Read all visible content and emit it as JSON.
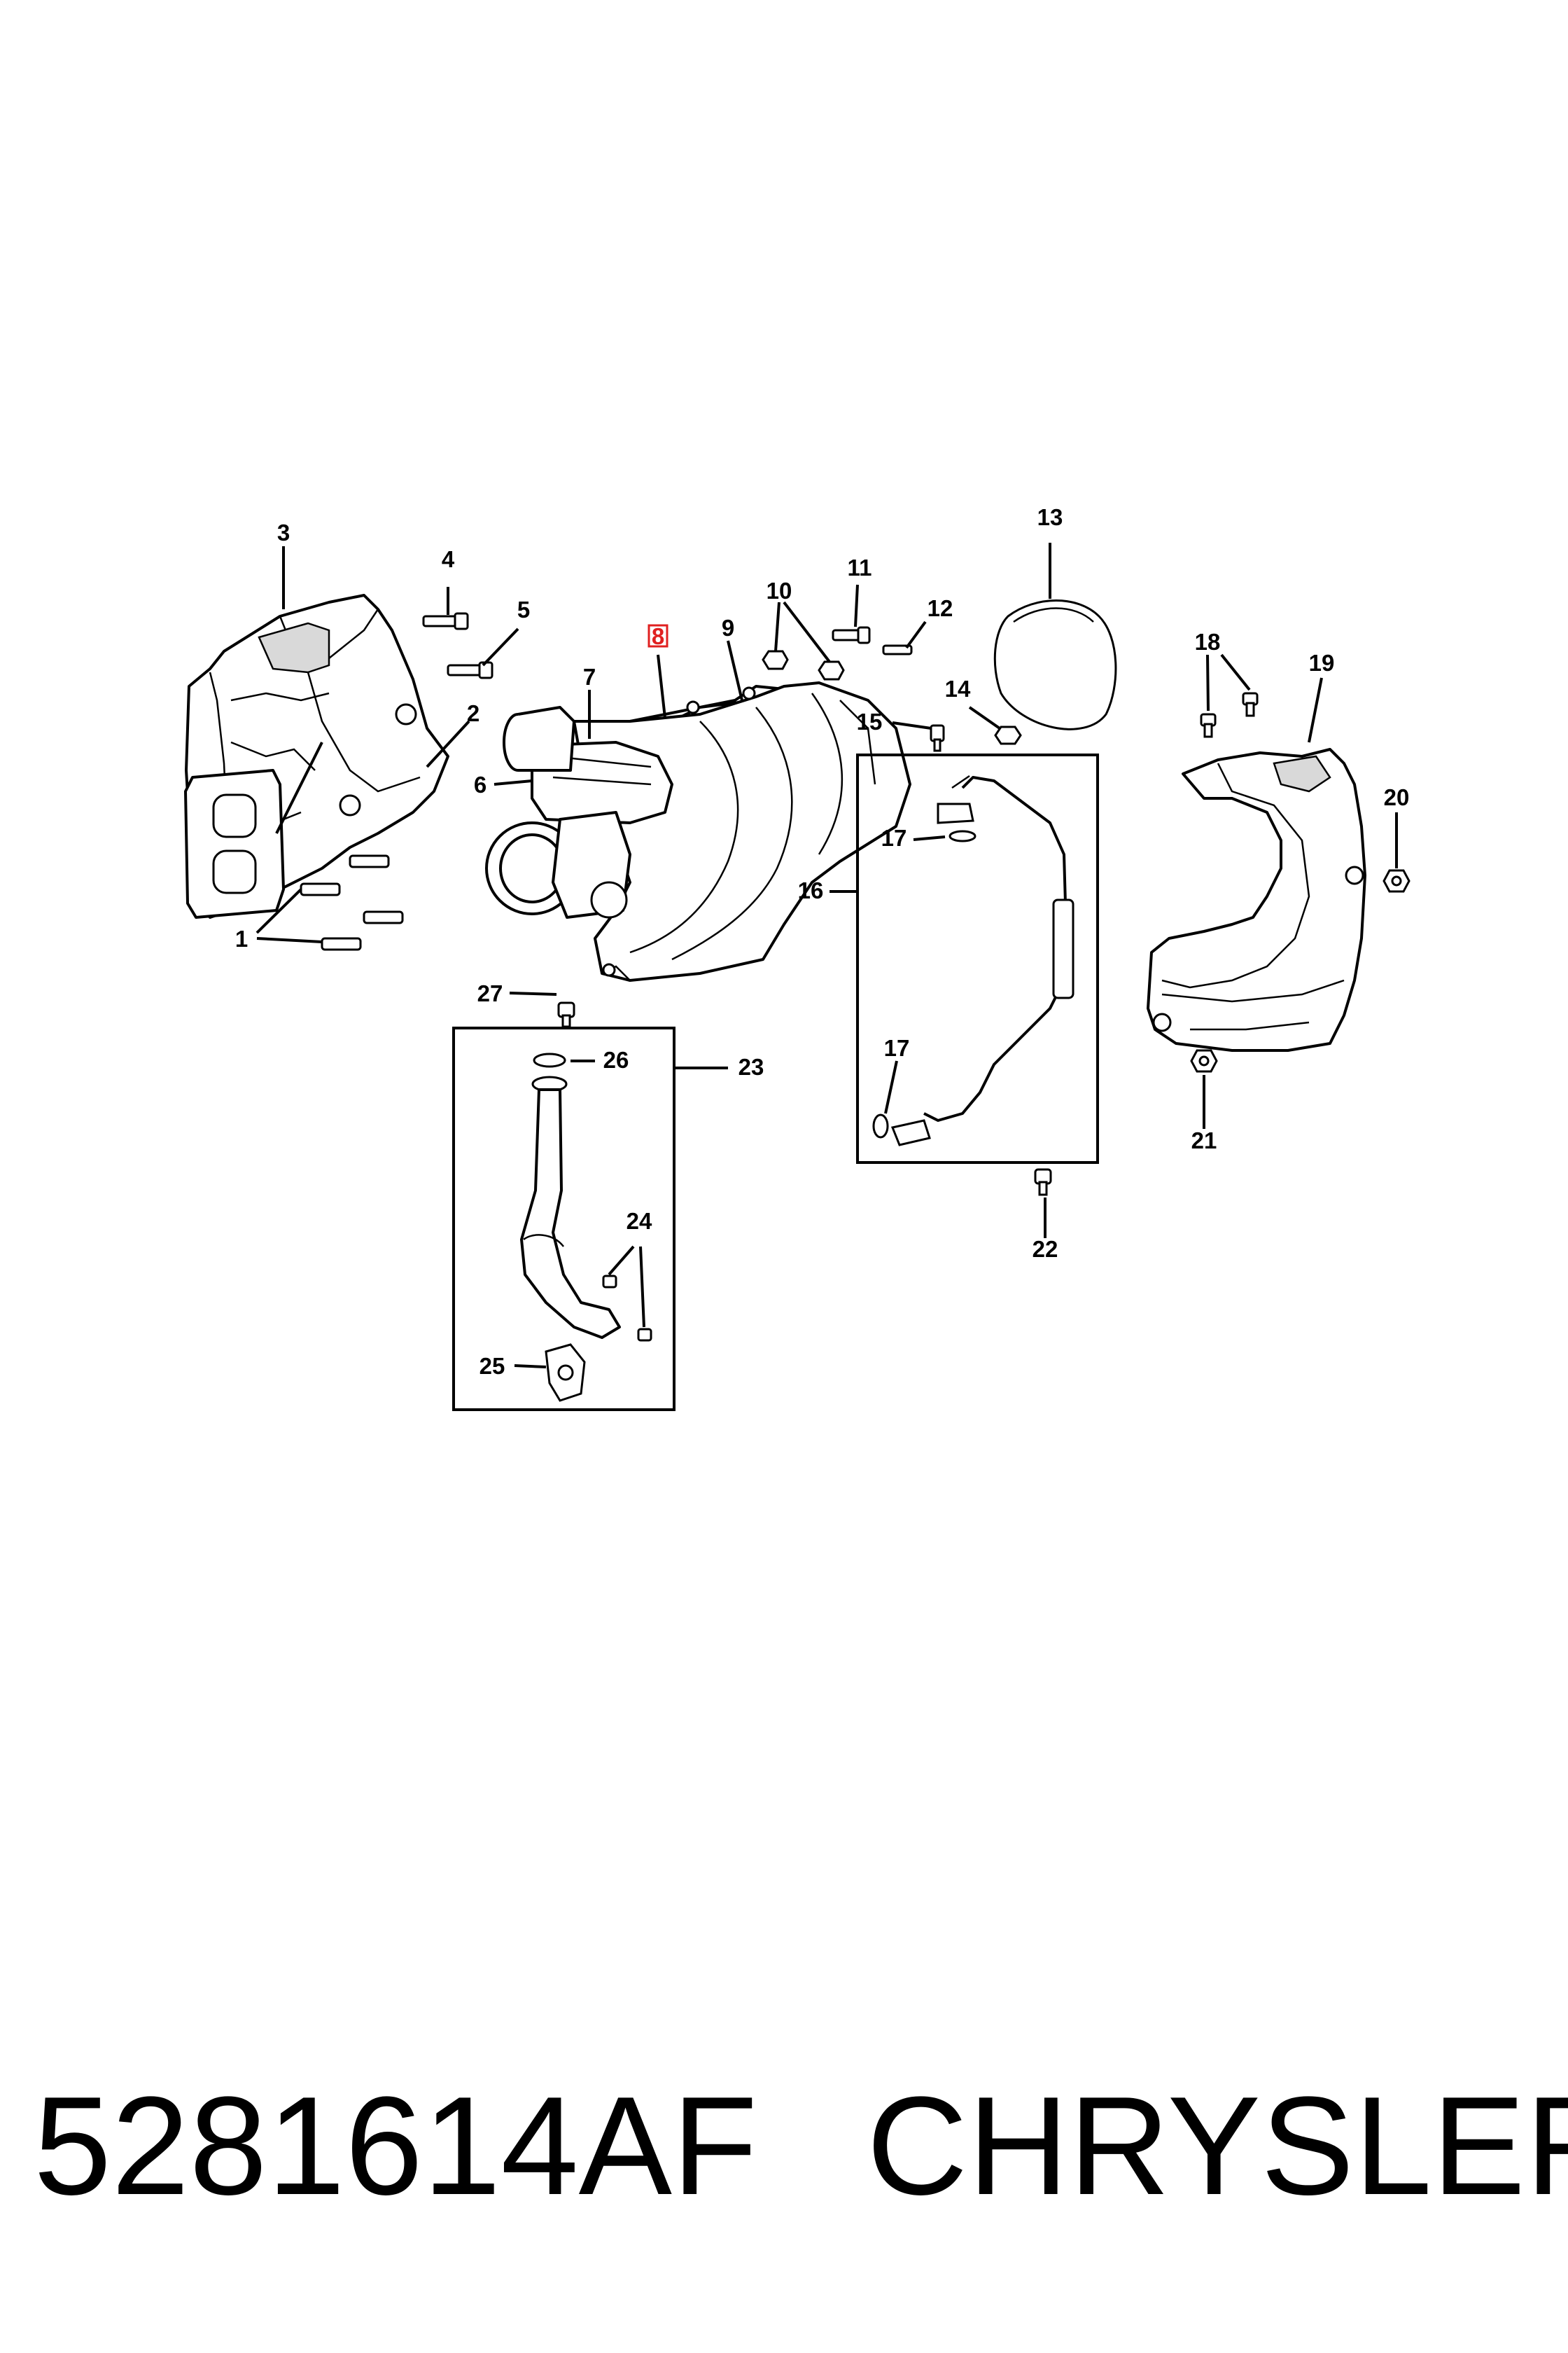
{
  "footer": {
    "part_number": "5281614AF",
    "brand": "CHRYSLER"
  },
  "callouts": {
    "c1": "1",
    "c2": "2",
    "c3": "3",
    "c4": "4",
    "c5": "5",
    "c6": "6",
    "c7": "7",
    "c8": "8",
    "c9": "9",
    "c10": "10",
    "c11": "11",
    "c12": "12",
    "c13": "13",
    "c14": "14",
    "c15": "15",
    "c16": "16",
    "c17a": "17",
    "c17b": "17",
    "c18": "18",
    "c19": "19",
    "c20": "20",
    "c21": "21",
    "c22": "22",
    "c23": "23",
    "c24": "24",
    "c25": "25",
    "c26": "26",
    "c27": "27"
  },
  "highlight": {
    "callout": "8",
    "color": "#e02020"
  },
  "diagram": {
    "line_color": "#000000",
    "background": "#ffffff"
  }
}
